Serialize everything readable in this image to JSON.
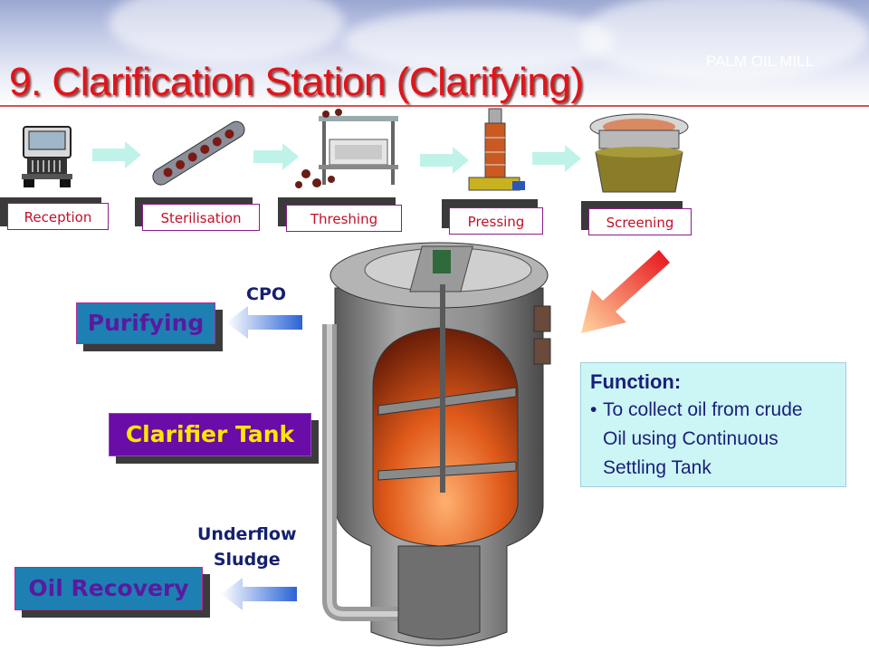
{
  "header": {
    "title": "9. Clarification Station (Clarifying)",
    "brand": "PALM OIL MILL"
  },
  "process_stages": [
    {
      "label": "Reception",
      "icon": "truck-icon"
    },
    {
      "label": "Sterilisation",
      "icon": "sterilizer-conveyor-icon"
    },
    {
      "label": "Threshing",
      "icon": "thresher-machine-icon"
    },
    {
      "label": "Pressing",
      "icon": "screw-press-icon"
    },
    {
      "label": "Screening",
      "icon": "vibrating-screen-icon"
    }
  ],
  "outputs": {
    "purifying": "Purifying",
    "cpo_label": "CPO",
    "clarifier": "Clarifier Tank",
    "underflow_line1": "Underflow",
    "underflow_line2": "Sludge",
    "oil_recovery": "Oil Recovery"
  },
  "function_box": {
    "title": "Function:",
    "line1": "To collect oil from crude",
    "line2": "Oil using Continuous",
    "line3": "Settling Tank"
  },
  "colors": {
    "title_red": "#e0151a",
    "stage_label_text": "#c0112a",
    "flow_arrow": "#bff3ea",
    "side_arrow_blue": "#2a63d6",
    "function_bg": "#ccf6f6"
  }
}
